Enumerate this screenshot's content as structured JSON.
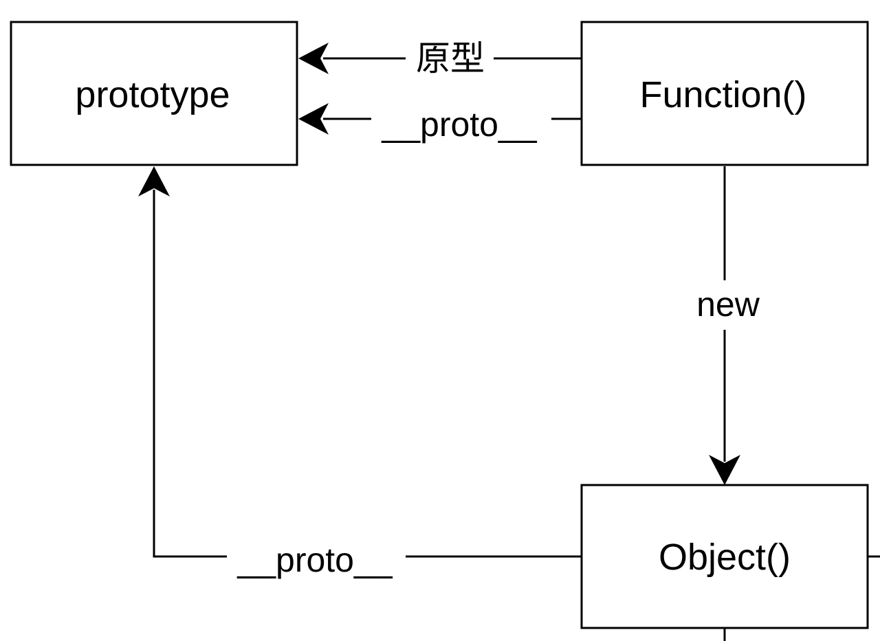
{
  "nodes": {
    "prototype": {
      "label": "prototype"
    },
    "function": {
      "label": "Function()"
    },
    "object": {
      "label": "Object()"
    }
  },
  "edges": {
    "function_prototype": {
      "label": "原型"
    },
    "function_proto": {
      "label": "__proto__"
    },
    "function_new": {
      "label": "new"
    },
    "object_proto": {
      "label": "__proto__"
    }
  },
  "colors": {
    "stroke": "#000000",
    "fill": "#ffffff"
  }
}
